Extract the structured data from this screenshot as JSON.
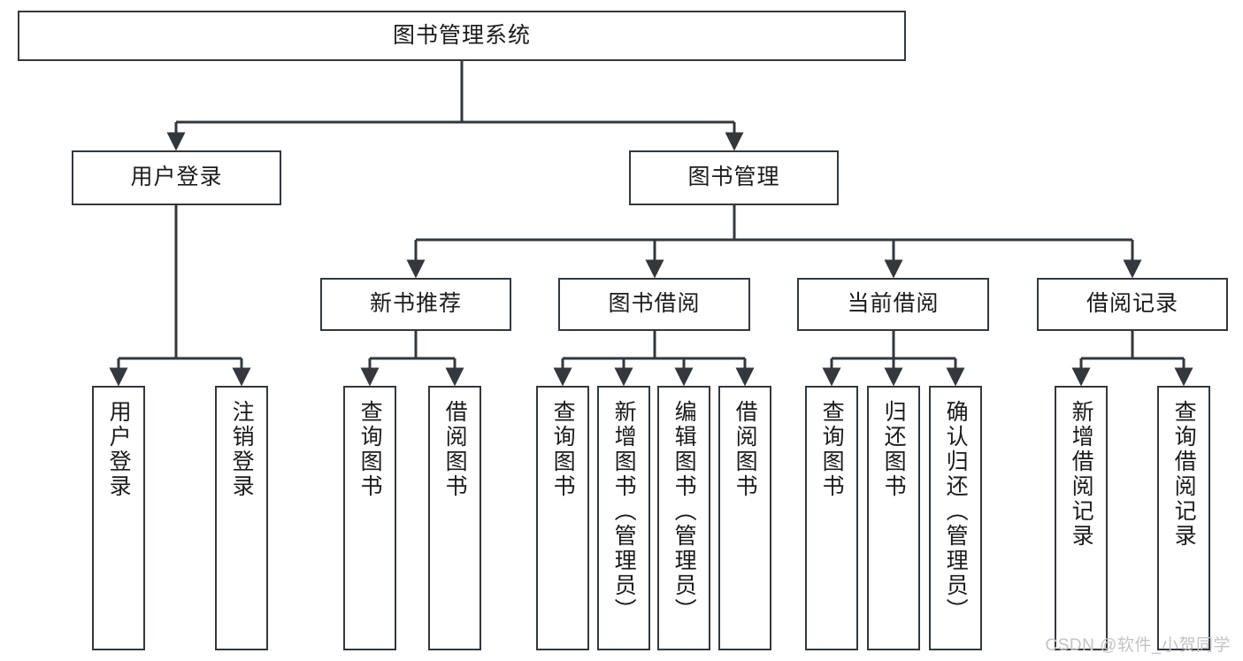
{
  "diagram": {
    "title": "图书管理系统",
    "type": "tree-structure-chart",
    "edge_color": "#33383d",
    "box_border_color": "#33383d",
    "box_fill_color": "#ffffff",
    "background_color": "#ffffff"
  },
  "nodes": {
    "root": {
      "label": "图书管理系统"
    },
    "level2": [
      {
        "label": "用户登录"
      },
      {
        "label": "图书管理"
      }
    ],
    "level3": [
      {
        "label": "新书推荐"
      },
      {
        "label": "图书借阅"
      },
      {
        "label": "当前借阅"
      },
      {
        "label": "借阅记录"
      }
    ],
    "leaves": {
      "user_login": [
        {
          "label": "用户登录"
        },
        {
          "label": "注销登录"
        }
      ],
      "new_book_recommend": [
        {
          "label": "查询图书"
        },
        {
          "label": "借阅图书"
        }
      ],
      "book_borrow": [
        {
          "label": "查询图书"
        },
        {
          "label": "新增图书（管理员）"
        },
        {
          "label": "编辑图书（管理员）"
        },
        {
          "label": "借阅图书"
        }
      ],
      "current_borrow": [
        {
          "label": "查询图书"
        },
        {
          "label": "归还图书"
        },
        {
          "label": "确认归还（管理员）"
        }
      ],
      "borrow_record": [
        {
          "label": "新增借阅记录"
        },
        {
          "label": "查询借阅记录"
        }
      ]
    }
  },
  "watermark": {
    "text": "CSDN @软件_小贺同学",
    "color": "#c3c3c3"
  }
}
